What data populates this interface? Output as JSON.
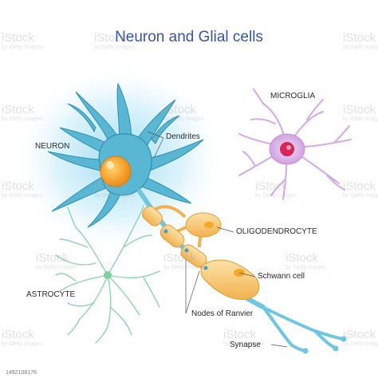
{
  "title": "Neuron and Glial cells",
  "labels": {
    "neuron": "NEURON",
    "dendrites": "Dendrites",
    "microglia": "MICROGLIA",
    "oligodendrocyte": "OLIGODENDROCYTE",
    "astrocyte": "ASTROCYTE",
    "schwann_cell": "Schwann cell",
    "nodes_of_ranvier": "Nodes of Ranvier",
    "synapse": "Synapse"
  },
  "watermark": {
    "brand": "iStock",
    "credit": "by Getty Images"
  },
  "image_id": "1492108176",
  "colors": {
    "neuron_body": "#5ab7d4",
    "nucleus": "#f39a1e",
    "myelin": "#f9c776",
    "microglia": "#d9b6e6",
    "microglia_nucleus": "#d8245a",
    "astrocyte": "#9fd9b8",
    "title": "#3a55a4"
  }
}
